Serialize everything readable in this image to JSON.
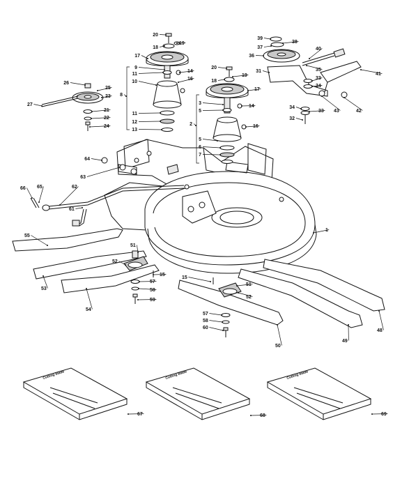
{
  "diagram": {
    "callouts": [
      {
        "id": "c20a",
        "label": "20"
      },
      {
        "id": "c19a",
        "label": "19"
      },
      {
        "id": "c18a",
        "label": "18"
      },
      {
        "id": "c17a",
        "label": "17"
      },
      {
        "id": "c9",
        "label": "9"
      },
      {
        "id": "c11a",
        "label": "11"
      },
      {
        "id": "c14a",
        "label": "14"
      },
      {
        "id": "c16a",
        "label": "16"
      },
      {
        "id": "c10",
        "label": "10"
      },
      {
        "id": "c8",
        "label": "8"
      },
      {
        "id": "c11b",
        "label": "11"
      },
      {
        "id": "c12",
        "label": "12"
      },
      {
        "id": "c13",
        "label": "13"
      },
      {
        "id": "c26",
        "label": "26"
      },
      {
        "id": "c25",
        "label": "25"
      },
      {
        "id": "c23",
        "label": "23"
      },
      {
        "id": "c27",
        "label": "27"
      },
      {
        "id": "c21",
        "label": "21"
      },
      {
        "id": "c22",
        "label": "22"
      },
      {
        "id": "c24",
        "label": "24"
      },
      {
        "id": "c20b",
        "label": "20"
      },
      {
        "id": "c19b",
        "label": "19"
      },
      {
        "id": "c18b",
        "label": "18"
      },
      {
        "id": "c17b",
        "label": "17"
      },
      {
        "id": "c3",
        "label": "3"
      },
      {
        "id": "c5a",
        "label": "5"
      },
      {
        "id": "c14b",
        "label": "14"
      },
      {
        "id": "c2",
        "label": "2"
      },
      {
        "id": "c16b",
        "label": "16"
      },
      {
        "id": "c5b",
        "label": "5"
      },
      {
        "id": "c6",
        "label": "6"
      },
      {
        "id": "c7",
        "label": "7"
      },
      {
        "id": "c39",
        "label": "39"
      },
      {
        "id": "c38",
        "label": "38"
      },
      {
        "id": "c37",
        "label": "37"
      },
      {
        "id": "c36",
        "label": "36"
      },
      {
        "id": "c40",
        "label": "40"
      },
      {
        "id": "c35",
        "label": "35"
      },
      {
        "id": "c31",
        "label": "31"
      },
      {
        "id": "c41",
        "label": "41"
      },
      {
        "id": "c33a",
        "label": "33"
      },
      {
        "id": "c34a",
        "label": "34"
      },
      {
        "id": "c43",
        "label": "43"
      },
      {
        "id": "c42",
        "label": "42"
      },
      {
        "id": "c34b",
        "label": "34"
      },
      {
        "id": "c33b",
        "label": "33"
      },
      {
        "id": "c32",
        "label": "32"
      },
      {
        "id": "c64",
        "label": "64"
      },
      {
        "id": "c63",
        "label": "63"
      },
      {
        "id": "c66",
        "label": "66"
      },
      {
        "id": "c65",
        "label": "65"
      },
      {
        "id": "c62",
        "label": "62"
      },
      {
        "id": "c61",
        "label": "61"
      },
      {
        "id": "c1",
        "label": "1"
      },
      {
        "id": "c55",
        "label": "55"
      },
      {
        "id": "c51a",
        "label": "51"
      },
      {
        "id": "c52a",
        "label": "52"
      },
      {
        "id": "c15a",
        "label": "15"
      },
      {
        "id": "c57a",
        "label": "57"
      },
      {
        "id": "c58a",
        "label": "58"
      },
      {
        "id": "c53",
        "label": "53"
      },
      {
        "id": "c59",
        "label": "59"
      },
      {
        "id": "c54",
        "label": "54"
      },
      {
        "id": "c15b",
        "label": "15"
      },
      {
        "id": "c51b",
        "label": "51"
      },
      {
        "id": "c52b",
        "label": "52"
      },
      {
        "id": "c57b",
        "label": "57"
      },
      {
        "id": "c58b",
        "label": "58"
      },
      {
        "id": "c60",
        "label": "60"
      },
      {
        "id": "c50",
        "label": "50"
      },
      {
        "id": "c49",
        "label": "49"
      },
      {
        "id": "c48",
        "label": "48"
      },
      {
        "id": "c67",
        "label": "67"
      },
      {
        "id": "c68",
        "label": "68"
      },
      {
        "id": "c69",
        "label": "69"
      }
    ],
    "kit_box_text": "Cutting blade"
  }
}
